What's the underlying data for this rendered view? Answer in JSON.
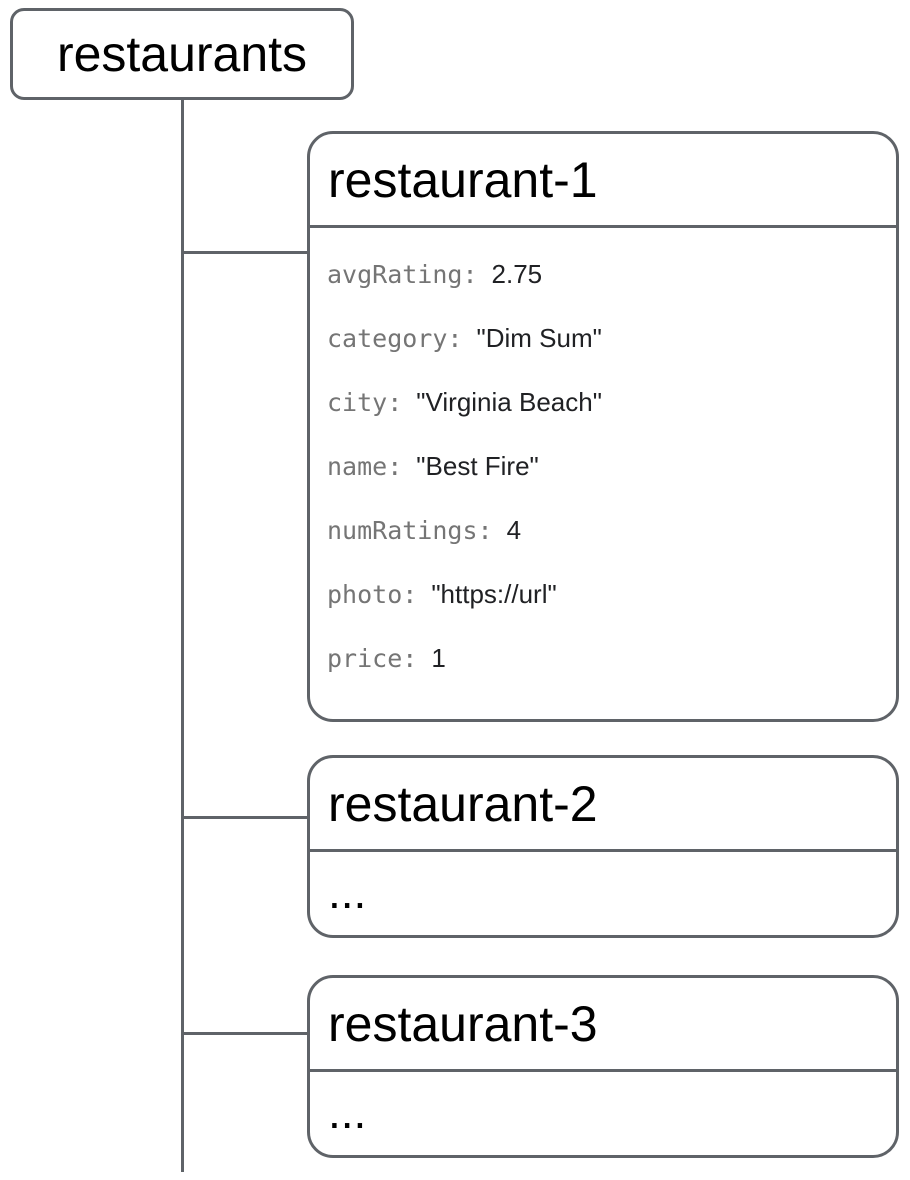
{
  "root": {
    "label": "restaurants"
  },
  "documents": [
    {
      "id": "restaurant-1",
      "fields": [
        {
          "key": "avgRating",
          "value": "2.75"
        },
        {
          "key": "category",
          "value": "\"Dim Sum\""
        },
        {
          "key": "city",
          "value": "\"Virginia Beach\""
        },
        {
          "key": "name",
          "value": "\"Best Fire\""
        },
        {
          "key": "numRatings",
          "value": "4"
        },
        {
          "key": "photo",
          "value": "\"https://url\""
        },
        {
          "key": "price",
          "value": "1"
        }
      ]
    },
    {
      "id": "restaurant-2",
      "placeholder": "..."
    },
    {
      "id": "restaurant-3",
      "placeholder": "..."
    }
  ],
  "separator": ":"
}
